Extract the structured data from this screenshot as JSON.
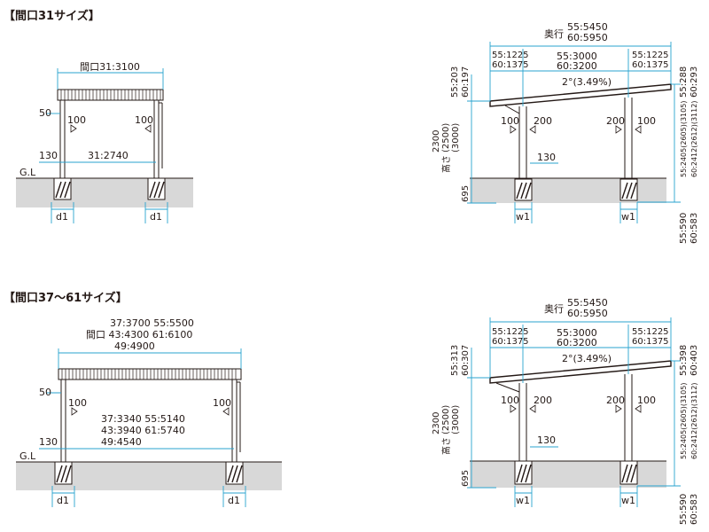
{
  "sections": [
    {
      "heading": "【間口31サイズ】",
      "front": {
        "width_labels": [
          "間口31:3100"
        ],
        "left_50": "50",
        "arrow_left": "100",
        "arrow_right": "100",
        "left_130": "130",
        "inner_labels": [
          "31:2740"
        ],
        "gl": "G.L",
        "foot_left": "d1",
        "foot_right": "d1"
      },
      "side": {
        "depth_prefix": "奥行",
        "depth": [
          "55:5450",
          "60:5950"
        ],
        "seg_left": [
          "55:1225",
          "60:1375"
        ],
        "seg_mid": [
          "55:3000",
          "60:3200"
        ],
        "seg_right": [
          "55:1225",
          "60:1375"
        ],
        "slope": "2°(3.49%)",
        "left_top": [
          "55:203",
          "60:197"
        ],
        "right_top": [
          "55:288",
          "60:293"
        ],
        "height_label": [
          "2300",
          "(2500)",
          "(3000)"
        ],
        "height_word": "高さ",
        "right_height": [
          "55:2405(2605)(3105)",
          "60:2412(2612)(3112)"
        ],
        "p1_left": "100",
        "p1_right": "200",
        "p2_left": "200",
        "p2_right": "100",
        "p130": "130",
        "depth_695": "695",
        "right_bottom": [
          "55:590",
          "60:583"
        ],
        "foot_left": "w1",
        "foot_right": "w1"
      }
    },
    {
      "heading": "【間口37〜61サイズ】",
      "front": {
        "width_labels": [
          "37:3700  55:5500",
          "間口 43:4300  61:6100",
          "49:4900"
        ],
        "left_50": "50",
        "arrow_left": "100",
        "arrow_right": "100",
        "left_130": "130",
        "inner_labels": [
          "37:3340  55:5140",
          "43:3940  61:5740",
          "49:4540"
        ],
        "gl": "G.L",
        "foot_left": "d1",
        "foot_right": "d1"
      },
      "side": {
        "depth_prefix": "奥行",
        "depth": [
          "55:5450",
          "60:5950"
        ],
        "seg_left": [
          "55:1225",
          "60:1375"
        ],
        "seg_mid": [
          "55:3000",
          "60:3200"
        ],
        "seg_right": [
          "55:1225",
          "60:1375"
        ],
        "slope": "2°(3.49%)",
        "left_top": [
          "55:313",
          "60:307"
        ],
        "right_top": [
          "55:398",
          "60:403"
        ],
        "height_label": [
          "2300",
          "(2500)",
          "(3000)"
        ],
        "height_word": "高さ",
        "right_height": [
          "55:2405(2605)(3105)",
          "60:2412(2612)(3112)"
        ],
        "p1_left": "100",
        "p1_right": "200",
        "p2_left": "200",
        "p2_right": "100",
        "p130": "130",
        "depth_695": "695",
        "right_bottom": [
          "55:590",
          "60:583"
        ],
        "foot_left": "w1",
        "foot_right": "w1"
      }
    }
  ],
  "colors": {
    "line": "#231815",
    "dimension": "#29a3cf",
    "ground": "#d8d8d8"
  }
}
